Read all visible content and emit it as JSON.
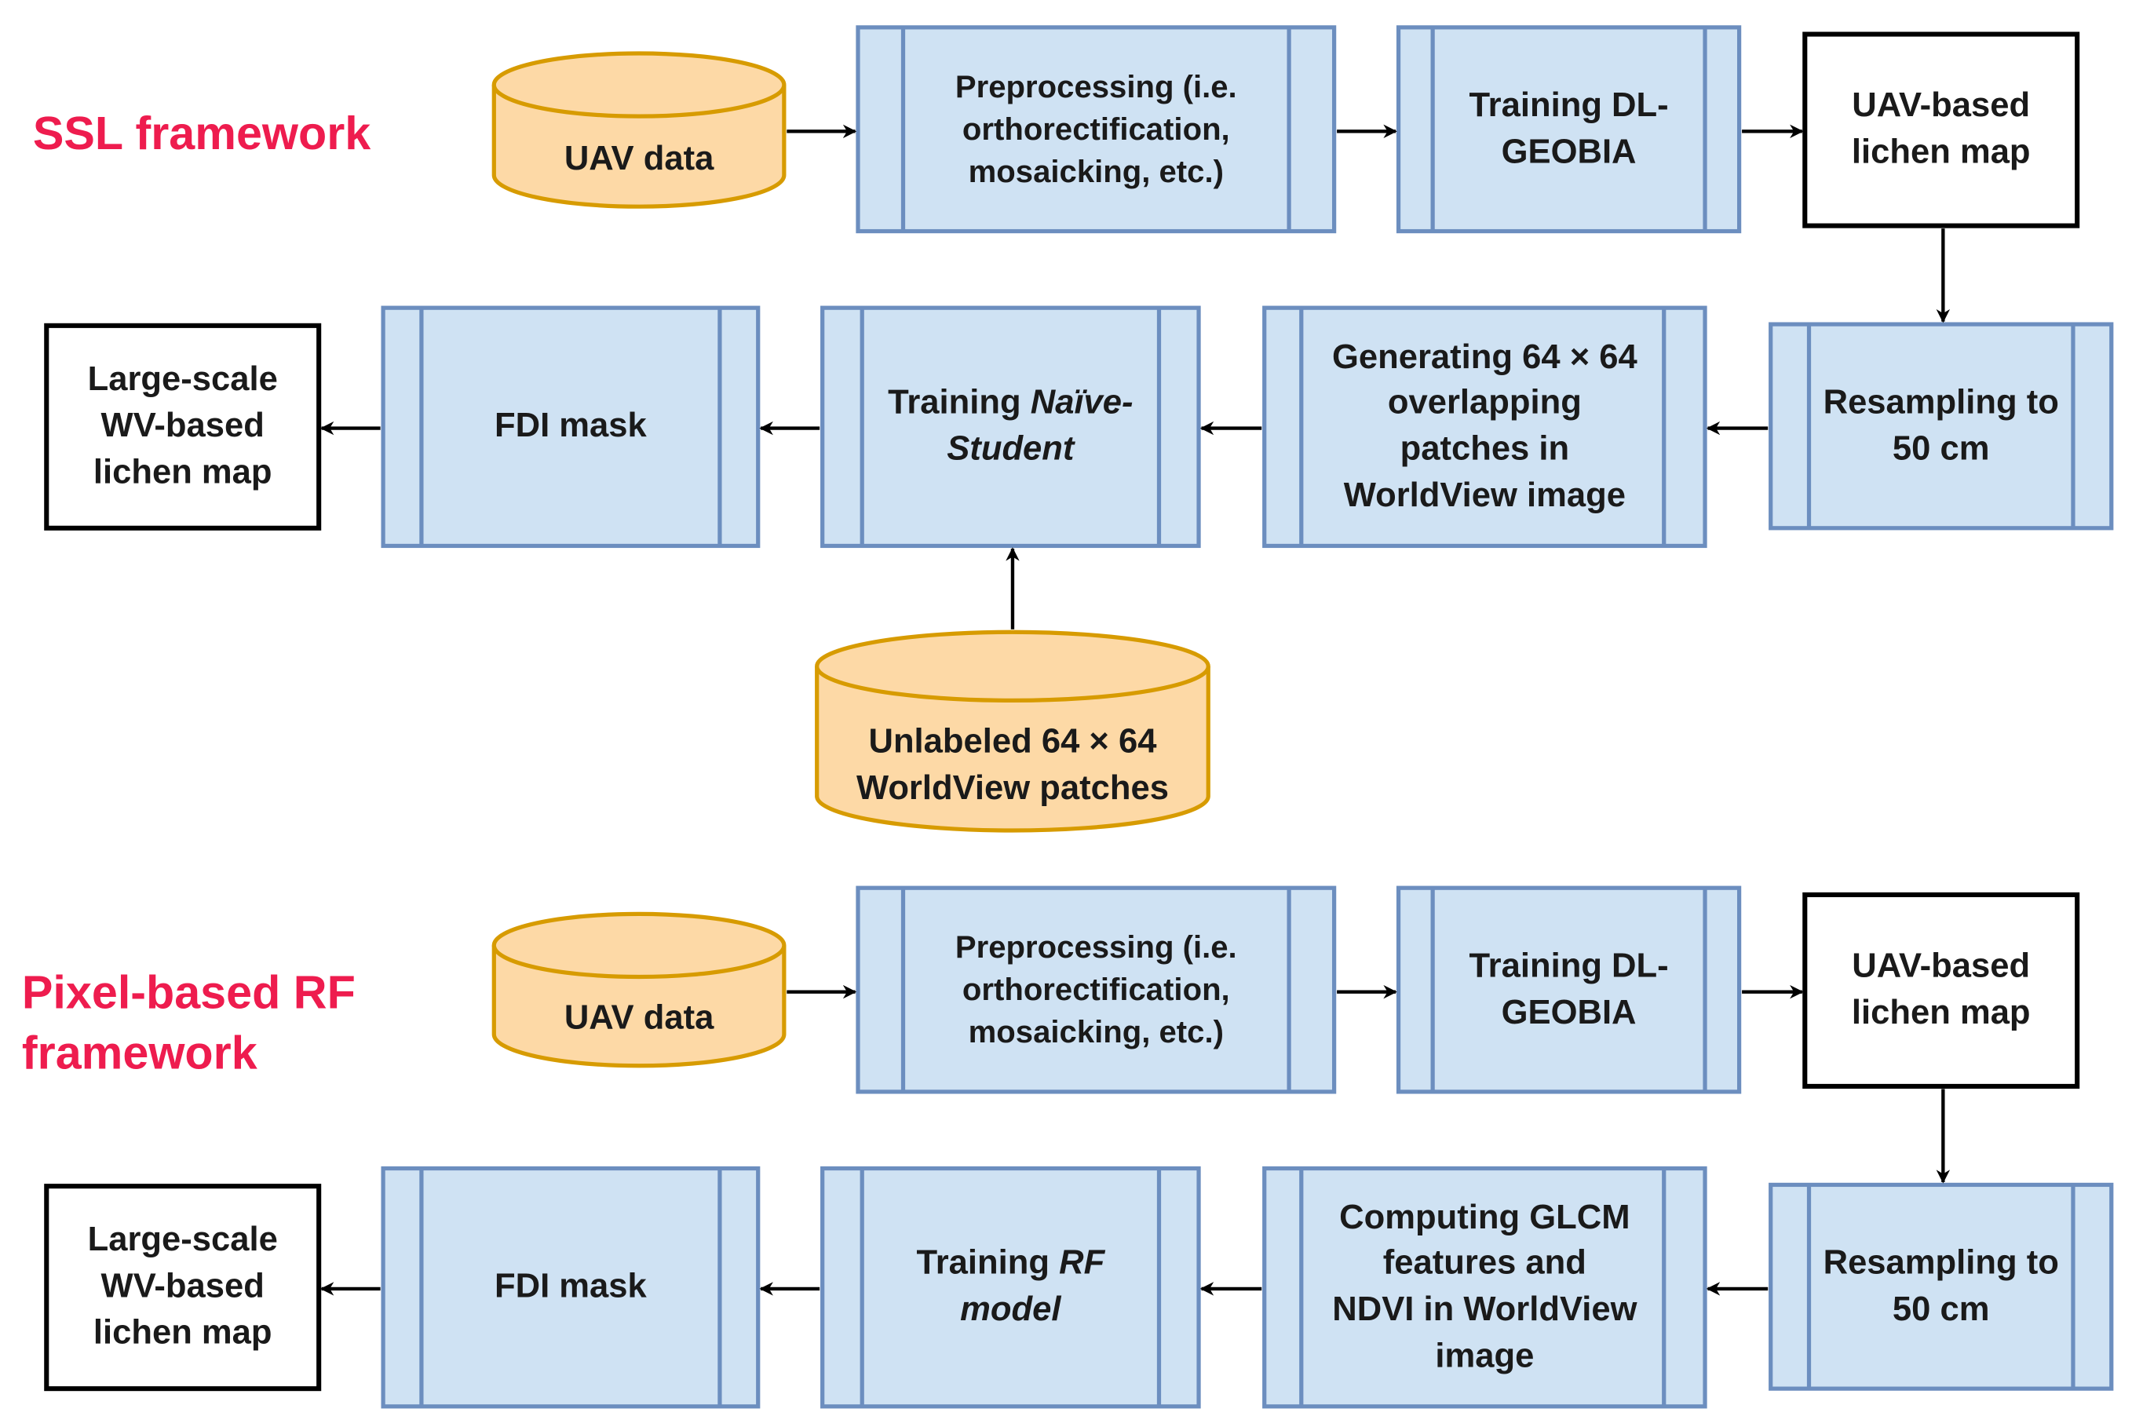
{
  "ssl": {
    "title": "SSL framework",
    "uav_data": "UAV data",
    "preprocessing": [
      "Preprocessing (i.e.",
      "orthorectification,",
      "mosaicking, etc.)"
    ],
    "training_dl": [
      "Training DL-",
      "GEOBIA"
    ],
    "uav_map": [
      "UAV-based",
      "lichen map"
    ],
    "resampling": [
      "Resampling to",
      "50 cm"
    ],
    "generating": [
      "Generating 64 × 64",
      "overlapping",
      "patches in",
      "WorldView image"
    ],
    "training_ns": {
      "prefix": "Training ",
      "italic1": "Naïve-",
      "italic2": "Student"
    },
    "fdi_mask": "FDI mask",
    "large_map": [
      "Large-scale",
      "WV-based",
      "lichen map"
    ],
    "unlabeled": [
      "Unlabeled 64 × 64",
      "WorldView patches"
    ]
  },
  "rf": {
    "title": [
      "Pixel-based RF",
      "framework"
    ],
    "uav_data": "UAV data",
    "preprocessing": [
      "Preprocessing (i.e.",
      "orthorectification,",
      "mosaicking, etc.)"
    ],
    "training_dl": [
      "Training DL-",
      "GEOBIA"
    ],
    "uav_map": [
      "UAV-based",
      "lichen map"
    ],
    "resampling": [
      "Resampling to",
      "50 cm"
    ],
    "computing": [
      "Computing GLCM",
      "features and",
      "NDVI in WorldView",
      "image"
    ],
    "training_rf": {
      "prefix": "Training ",
      "italic1": "RF",
      "italic2": "model"
    },
    "fdi_mask": "FDI mask",
    "large_map": [
      "Large-scale",
      "WV-based",
      "lichen map"
    ]
  },
  "colors": {
    "process_fill": "#cfe2f3",
    "process_stroke": "#6c8ebf",
    "data_fill": "#fdd9a6",
    "data_stroke": "#d79b00",
    "output_stroke": "#000000",
    "title_red": "#ee1c4e"
  }
}
